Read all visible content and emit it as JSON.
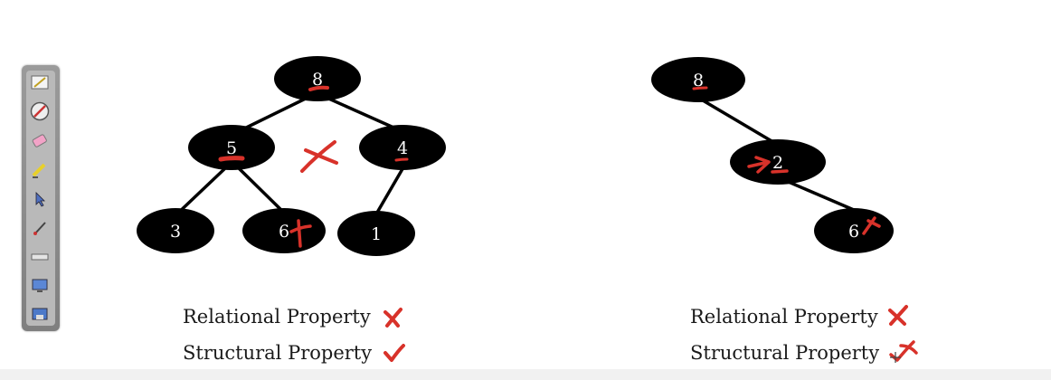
{
  "toolbar": {
    "tools": [
      {
        "icon": "pen-edit-icon"
      },
      {
        "icon": "disabled-pen-icon"
      },
      {
        "icon": "eraser-icon"
      },
      {
        "icon": "highlighter-icon"
      },
      {
        "icon": "pointer-icon"
      },
      {
        "icon": "brush-icon"
      },
      {
        "icon": "ruler-icon"
      },
      {
        "icon": "screen-capture-icon"
      },
      {
        "icon": "save-screen-icon"
      }
    ]
  },
  "left_tree": {
    "nodes": {
      "root": "8",
      "left": "5",
      "right": "4",
      "left_left": "3",
      "left_right": "6",
      "right_left": "1"
    },
    "relational_label": "Relational Property",
    "structural_label": "Structural Property"
  },
  "right_tree": {
    "nodes": {
      "root": "8",
      "mid": "2",
      "bottom": "6"
    },
    "relational_label": "Relational Property",
    "structural_label": "Structural Property"
  },
  "colors": {
    "node_fill": "#000000",
    "annotation": "#d8322a"
  }
}
